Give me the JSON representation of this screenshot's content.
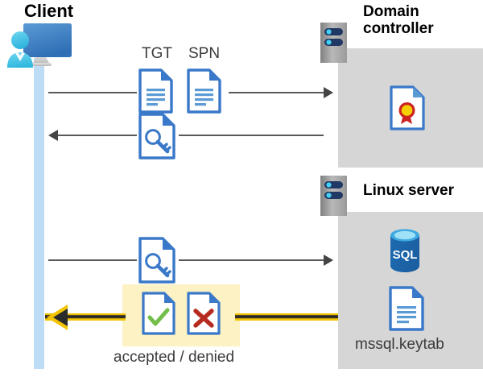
{
  "diagram": {
    "title_client": "Client",
    "title_domain_controller": "Domain\ncontroller",
    "title_linux_server": "Linux server",
    "labels": {
      "tgt": "TGT",
      "spn": "SPN",
      "keytab_file": "mssql.keytab",
      "verdict": "accepted / denied"
    },
    "icons": {
      "client": "user-with-monitor-icon",
      "dc_server": "server-rack-icon",
      "linux_server": "server-rack-icon",
      "certificate": "certificate-document-icon",
      "sql_database": "sql-database-icon",
      "keytab_document": "text-document-icon",
      "tgt_document": "text-document-icon",
      "spn_document": "text-document-icon",
      "ticket_key_1": "key-document-icon",
      "ticket_key_2": "key-document-icon",
      "accepted": "check-document-icon",
      "denied": "cross-document-icon"
    },
    "flows": [
      {
        "name": "client-to-dc-request",
        "direction": "right",
        "payload": "TGT + SPN"
      },
      {
        "name": "dc-to-client-ticket",
        "direction": "left",
        "payload": "key document"
      },
      {
        "name": "client-to-linux-ticket",
        "direction": "right",
        "payload": "key document"
      },
      {
        "name": "linux-to-client-verdict",
        "direction": "left",
        "payload": "accepted / denied"
      }
    ],
    "colors": {
      "panel_gray": "#d6d6d6",
      "lifeline_blue": "#bfdcf7",
      "highlight_yellow": "#fcf2c4",
      "gold_arrow": "#f5c400",
      "line_gray": "#595959",
      "doc_blue": "#3a78c9",
      "sql_blue": "#1f6eb4",
      "check_green": "#73bf4a",
      "cross_red": "#c0392b",
      "seal_red": "#cc2222",
      "seal_gold": "#f5c400"
    },
    "sql_text": "SQL"
  }
}
